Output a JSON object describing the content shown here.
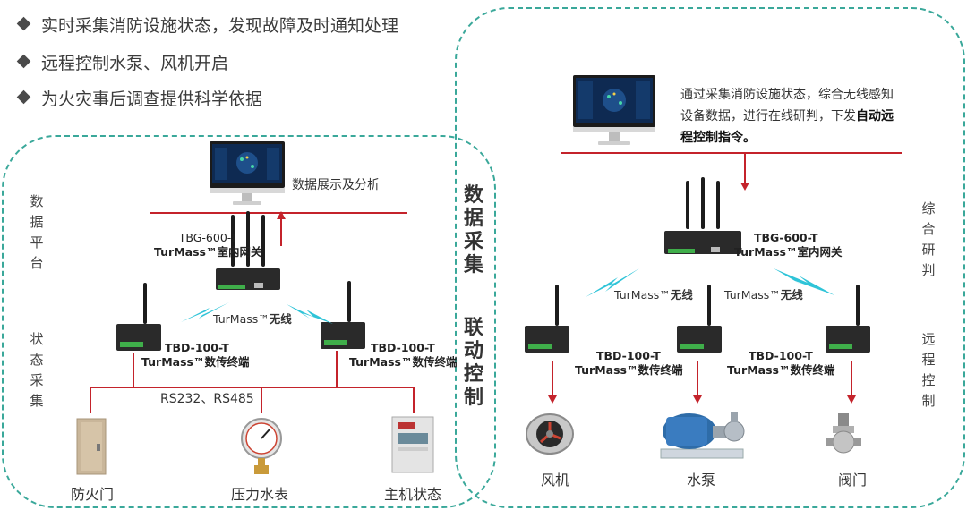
{
  "bullets": [
    "实时采集消防设施状态，发现故障及时通知处理",
    "远程控制水泵、风机开启",
    "为火灾事后调查提供科学依据"
  ],
  "center_labels": {
    "top": "数据采集",
    "bottom": "联动控制"
  },
  "left": {
    "side_platform": "数据平台",
    "side_collect": "状态采集",
    "display_label": "数据展示及分析",
    "gateway_model": "TBG-600-T",
    "gateway_name": "TurMass™室内网关",
    "wireless_prefix": "TurMass™",
    "wireless_suffix": "无线",
    "terminal_left_model": "TBD-100-T",
    "terminal_left_name": "TurMass™数传终端",
    "terminal_right_model": "TBD-100-T",
    "terminal_right_name": "TurMass™数传终端",
    "bus_label": "RS232、RS485",
    "devices": [
      "防火门",
      "压力水表",
      "主机状态"
    ]
  },
  "right": {
    "desc_normal": "通过采集消防设施状态，综合无线感知设备数据，进行在线研判，下发",
    "desc_bold": "自动远程控制指令。",
    "side_judge": "综合研判",
    "side_control": "远程控制",
    "gateway_model": "TBG-600-T",
    "gateway_name": "TurMass™室内网关",
    "wireless_left_prefix": "TurMass™",
    "wireless_left_suffix": "无线",
    "wireless_right_prefix": "TurMass™",
    "wireless_right_suffix": "无线",
    "terminal_a_model": "TBD-100-T",
    "terminal_a_name": "TurMass™数传终端",
    "terminal_b_model": "TBD-100-T",
    "terminal_b_name": "TurMass™数传终端",
    "devices": [
      "风机",
      "水泵",
      "阀门"
    ]
  },
  "colors": {
    "zone": "#3aa89a",
    "line": "#c4232b",
    "wave": "#2fc4d8"
  }
}
